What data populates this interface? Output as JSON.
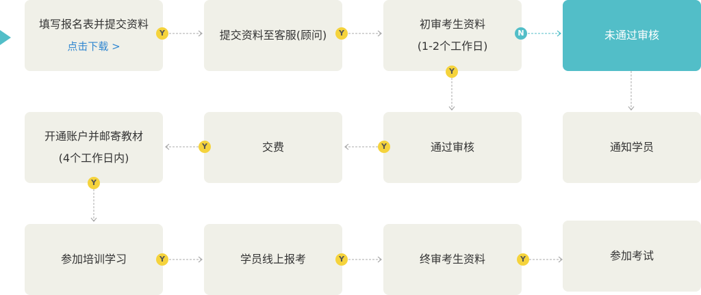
{
  "steps": {
    "s1": {
      "line1": "填写报名表并提交资料",
      "link": "点击下载 >"
    },
    "s2": {
      "line1": "提交资料至客服(顾问)"
    },
    "s3": {
      "line1": "初审考生资料",
      "line2": "(1-2个工作日)"
    },
    "s4": {
      "line1": "未通过审核"
    },
    "s5": {
      "line1": "开通账户并邮寄教材",
      "line2": "(4个工作日内)"
    },
    "s6": {
      "line1": "交费"
    },
    "s7": {
      "line1": "通过审核"
    },
    "s8": {
      "line1": "通知学员"
    },
    "s9": {
      "line1": "参加培训学习"
    },
    "s10": {
      "line1": "学员线上报考"
    },
    "s11": {
      "line1": "终审考生资料"
    },
    "s12": {
      "line1": "参加考试"
    }
  },
  "badges": {
    "yes": "Y",
    "no": "N"
  },
  "colors": {
    "box_bg": "#f0f0e8",
    "highlight": "#52bec8",
    "badge_yes": "#f5d33c",
    "link": "#2f86d0",
    "connector": "#aaaaaa"
  }
}
